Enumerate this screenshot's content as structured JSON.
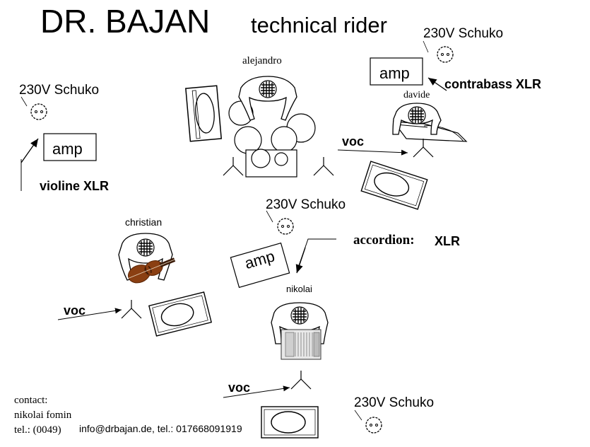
{
  "header": {
    "title": "DR. BAJAN",
    "subtitle": "technical rider"
  },
  "power": {
    "label": "230V Schuko"
  },
  "amp_label": "amp",
  "voc_label": "voc",
  "musicians": {
    "alejandro": "alejandro",
    "davide": "davide",
    "christian": "christian",
    "nikolai": "nikolai"
  },
  "connections": {
    "contrabass": "contrabass XLR",
    "violine": "violine XLR",
    "accordion_instr": "accordion:",
    "accordion_xlr": "XLR"
  },
  "contact": {
    "label": "contact:",
    "name": "nikolai fomin",
    "tel_prefix": "tel.: (0049)",
    "email_phone": "info@drbajan.de, tel.: 017668091919"
  },
  "icons": {
    "socket": "schuko-socket-icon",
    "mic": "mic-stand-icon",
    "monitor": "floor-monitor-icon",
    "musician": "musician-topview-icon",
    "drum": "drum-icon",
    "violin": "violin-icon",
    "accordion": "accordion-icon",
    "contrabass": "contrabass-icon"
  }
}
